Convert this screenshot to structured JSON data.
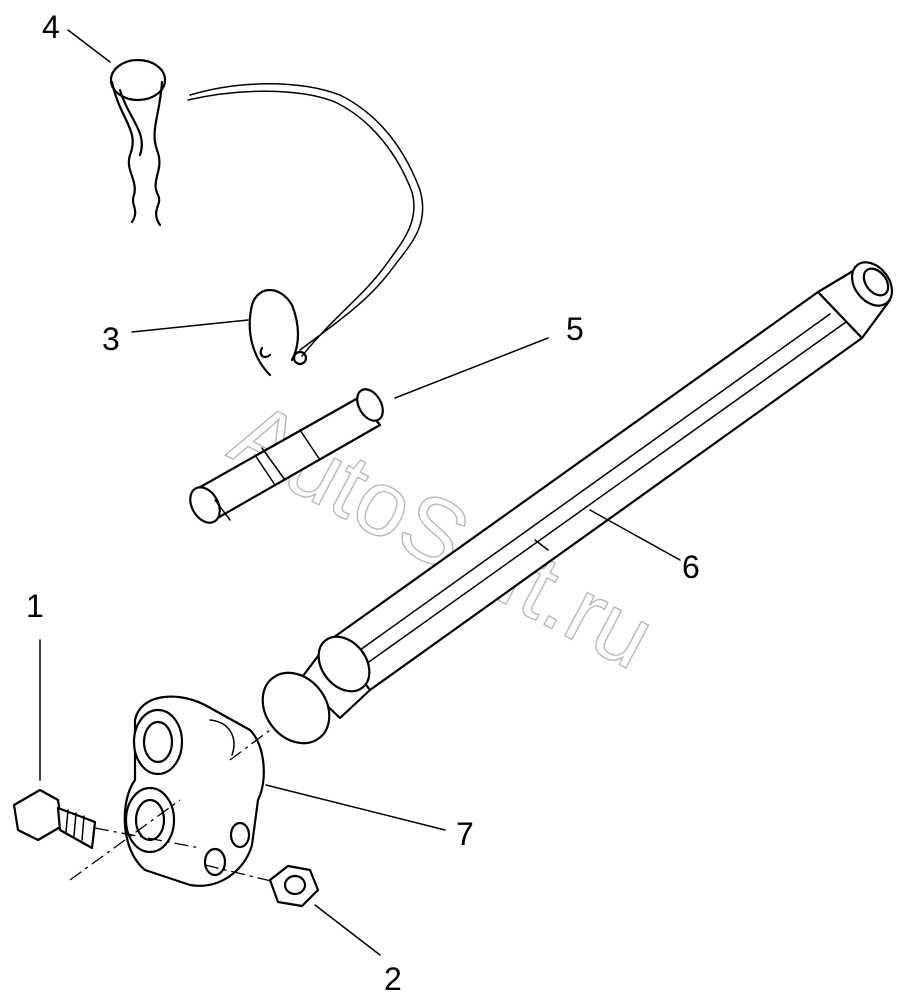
{
  "watermark": "AutoSoft.ru",
  "callouts": {
    "c1": "1",
    "c2": "2",
    "c3": "3",
    "c4": "4",
    "c5": "5",
    "c6": "6",
    "c7": "7"
  }
}
